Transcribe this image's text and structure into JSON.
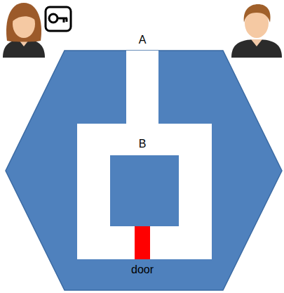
{
  "diagram": {
    "labels": [
      "A",
      "B",
      "door"
    ]
  }
}
